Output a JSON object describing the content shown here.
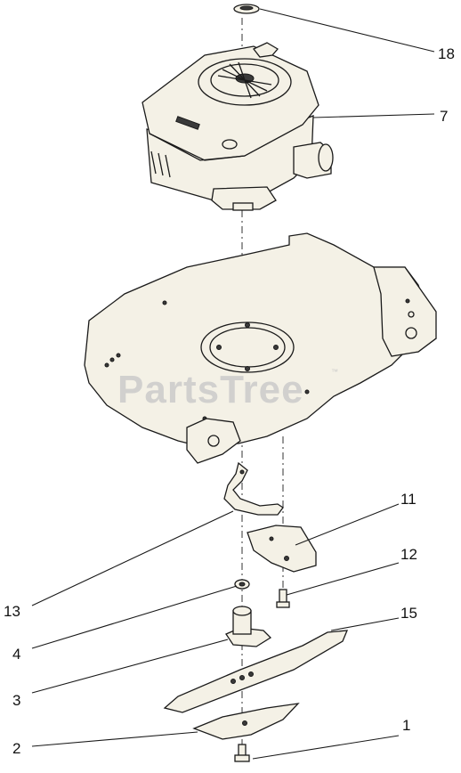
{
  "watermark": {
    "text": "PartsTree",
    "trademark": "™"
  },
  "callouts": [
    {
      "id": "c18",
      "label": "18"
    },
    {
      "id": "c7",
      "label": "7"
    },
    {
      "id": "c11",
      "label": "11"
    },
    {
      "id": "c12",
      "label": "12"
    },
    {
      "id": "c13",
      "label": "13"
    },
    {
      "id": "c15",
      "label": "15"
    },
    {
      "id": "c4",
      "label": "4"
    },
    {
      "id": "c3",
      "label": "3"
    },
    {
      "id": "c1",
      "label": "1"
    },
    {
      "id": "c2",
      "label": "2"
    }
  ],
  "colors": {
    "part_fill": "#f4f1e6",
    "line": "#1a1a1a",
    "watermark": "#c9c9c9"
  }
}
